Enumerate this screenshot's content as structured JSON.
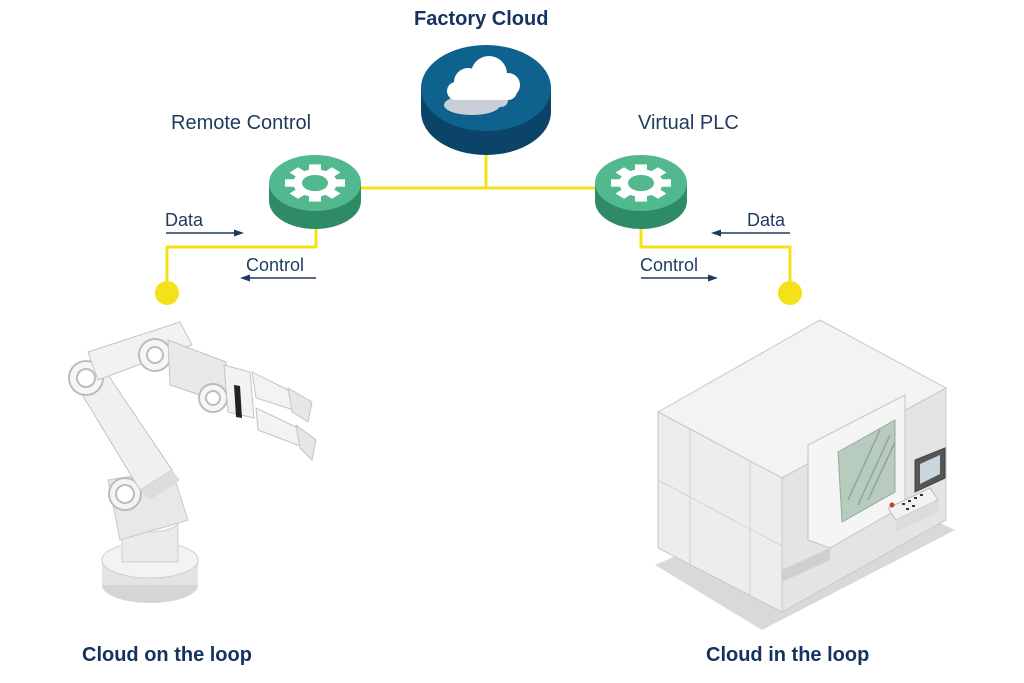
{
  "title": "Factory Cloud",
  "nodes": {
    "left": "Remote Control",
    "right": "Virtual PLC"
  },
  "flows": {
    "left_data": "Data",
    "left_control": "Control",
    "right_data": "Data",
    "right_control": "Control"
  },
  "captions": {
    "left": "Cloud on the loop",
    "right": "Cloud in the loop"
  },
  "colors": {
    "cloud_disc": "#0d5f8a",
    "gear_disc": "#4fb58e",
    "wire": "#f5e11a",
    "text": "#14335e"
  },
  "icons": [
    "cloud-icon",
    "gear-icon",
    "robot-arm-icon",
    "cnc-machine-icon"
  ]
}
